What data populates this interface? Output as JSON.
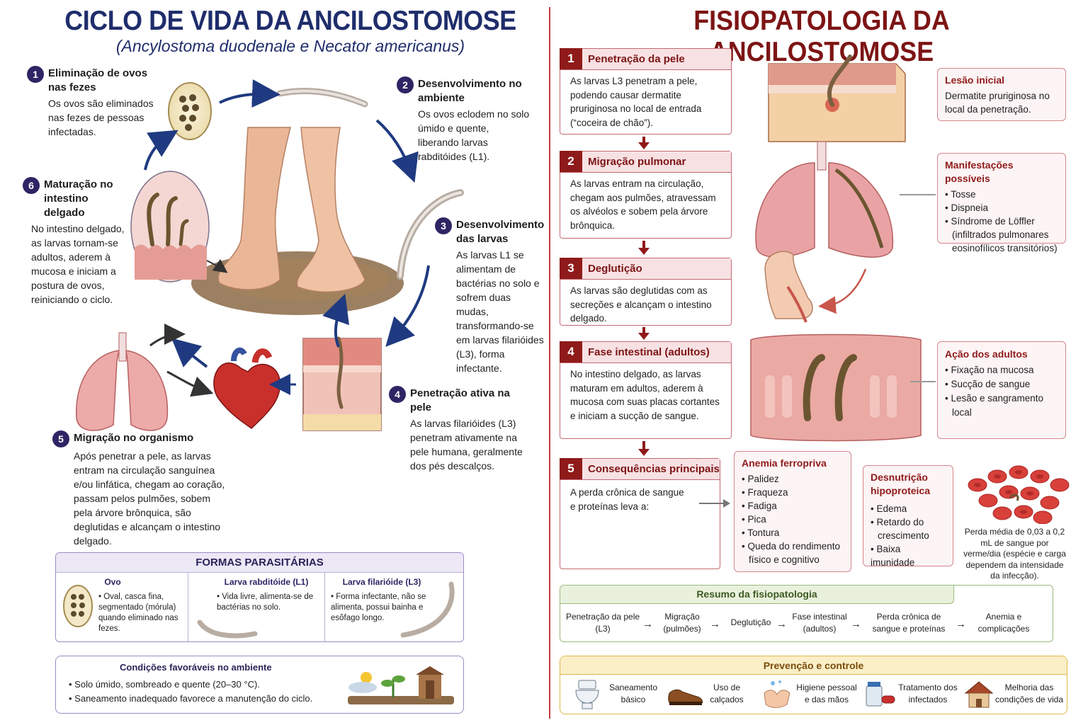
{
  "left": {
    "title": "CICLO DE VIDA DA ANCILOSTOMOSE",
    "subtitle": "(Ancylostoma duodenale e Necator americanus)",
    "steps": [
      {
        "n": "1",
        "title": "Eliminação de ovos nas fezes",
        "text": "Os ovos são eliminados nas fezes de pessoas infectadas."
      },
      {
        "n": "2",
        "title": "Desenvolvimento no ambiente",
        "text": "Os ovos eclodem no solo úmido e quente, liberando larvas rabditóides (L1)."
      },
      {
        "n": "3",
        "title": "Desenvolvimento das larvas",
        "text": "As larvas L1 se alimentam de bactérias no solo e sofrem duas mudas, transformando-se em larvas filarióides (L3), forma infectante."
      },
      {
        "n": "4",
        "title": "Penetração ativa na pele",
        "text": "As larvas filarióides (L3) penetram ativamente na pele humana, geralmente dos pés descalços."
      },
      {
        "n": "5",
        "title": "Migração no organismo",
        "text": "Após penetrar a pele, as larvas entram na circulação sanguínea e/ou linfática, chegam ao coração, passam pelos pulmões, sobem pela árvore brônquica, são deglutidas e alcançam o intestino delgado."
      },
      {
        "n": "6",
        "title": "Maturação no intestino delgado",
        "text": "No intestino delgado, as larvas tornam-se adultos, aderem à mucosa e iniciam a postura de ovos, reiniciando o ciclo."
      }
    ],
    "formas": {
      "title": "FORMAS PARASITÁRIAS",
      "items": [
        {
          "name": "Ovo",
          "text": "• Oval, casca fina, segmentado (mórula) quando eliminado nas fezes."
        },
        {
          "name": "Larva rabditóide (L1)",
          "text": "• Vida livre, alimenta-se de bactérias no solo."
        },
        {
          "name": "Larva filarióide (L3)",
          "text": "• Forma infectante, não se alimenta, possui bainha e esôfago longo."
        }
      ]
    },
    "condicoes": {
      "title": "Condições favoráveis no ambiente",
      "items": [
        "• Solo úmido, sombreado e quente (20–30 °C).",
        "• Saneamento inadequado favorece a manutenção do ciclo."
      ]
    }
  },
  "right": {
    "title": "FISIOPATOLOGIA DA ANCILOSTOMOSE",
    "steps": [
      {
        "n": "1",
        "title": "Penetração da pele",
        "text": "As larvas L3 penetram a pele, podendo causar dermatite pruriginosa no local de entrada (“coceira de chão”)."
      },
      {
        "n": "2",
        "title": "Migração pulmonar",
        "text": "As larvas entram na circulação, chegam aos pulmões, atravessam os alvéolos e sobem pela árvore brônquica."
      },
      {
        "n": "3",
        "title": "Deglutição",
        "text": "As larvas são deglutidas com as secreções e alcançam o intestino delgado."
      },
      {
        "n": "4",
        "title": "Fase intestinal (adultos)",
        "text": "No intestino delgado, as larvas maturam em adultos, aderem à mucosa com suas placas cortantes e iniciam a sucção de sangue."
      },
      {
        "n": "5",
        "title": "Consequências principais",
        "text": "A perda crônica de sangue e proteínas leva a:"
      }
    ],
    "lesao": {
      "title": "Lesão inicial",
      "text": "Dermatite pruriginosa no local da penetração."
    },
    "manifest": {
      "title": "Manifestações possíveis",
      "items": [
        "• Tosse",
        "• Dispneia",
        "• Síndrome de Löffler",
        "(infiltrados pulmonares",
        "eosinofílicos transitórios)"
      ]
    },
    "acao": {
      "title": "Ação dos adultos",
      "items": [
        "• Fixação na mucosa",
        "• Sucção de sangue",
        "• Lesão e sangramento",
        "local"
      ]
    },
    "anemia": {
      "title": "Anemia ferropriva",
      "items": [
        "• Palidez",
        "• Fraqueza",
        "• Fadiga",
        "• Pica",
        "• Tontura",
        "• Queda do rendimento",
        "físico e cognitivo"
      ]
    },
    "desnut": {
      "title": "Desnutrição hipoproteica",
      "items": [
        "• Edema",
        "• Retardo do",
        "crescimento",
        "• Baixa imunidade"
      ]
    },
    "perda": "Perda média de 0,03 a 0,2 mL de sangue por verme/dia (espécie e carga dependem da intensidade da infecção).",
    "resumo": {
      "title": "Resumo da fisiopatologia",
      "items": [
        "Penetração da pele (L3)",
        "Migração (pulmões)",
        "Deglutição",
        "Fase intestinal (adultos)",
        "Perda crônica de sangue e proteínas",
        "Anemia e complicações"
      ]
    },
    "prevencao": {
      "title": "Prevenção e controle",
      "items": [
        "Saneamento básico",
        "Uso de calçados",
        "Higiene pessoal e das mãos",
        "Tratamento dos infectados",
        "Melhoria das condições de vida"
      ]
    }
  },
  "colors": {
    "navy": "#1f2d6b",
    "purple": "#2f2464",
    "darkred": "#8f1a1a",
    "pinkbox": "#fdf4f5",
    "green": "#e9f1dd",
    "yellow": "#fbefc8"
  }
}
